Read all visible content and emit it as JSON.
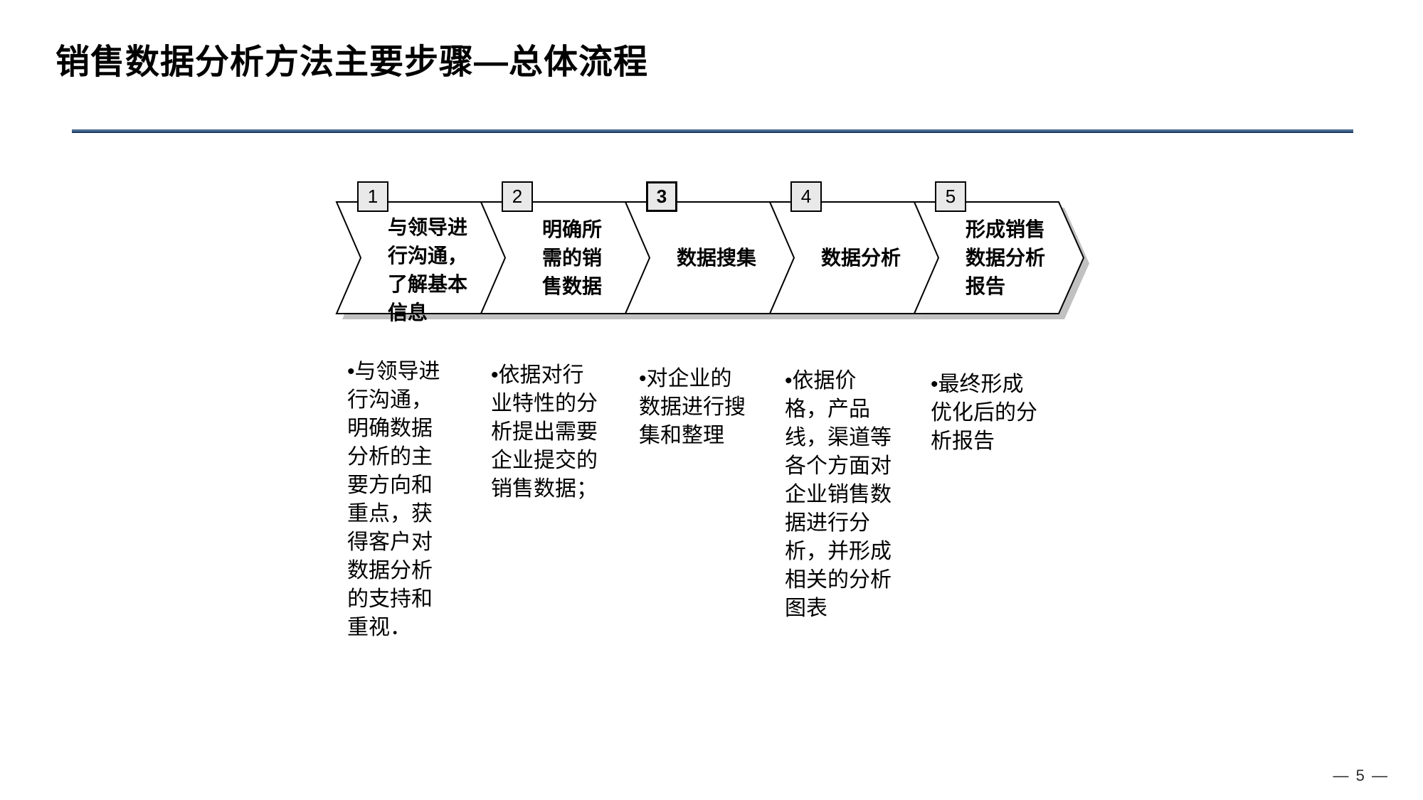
{
  "slide": {
    "title": "销售数据分析方法主要步骤—总体流程",
    "page_number": "— 5 —"
  },
  "colors": {
    "divider_blue": "#17375d",
    "arrow_fill": "#ffffff",
    "arrow_border": "#000000",
    "arrow_shadow": "#c1c1c1",
    "badge_background": "#e9e9e9"
  },
  "process": {
    "steps": [
      {
        "number": "1",
        "label": "与领导进\n行沟通，\n了解基本\n信息",
        "description": "•与领导进\n行沟通，\n明确数据\n分析的主\n要方向和\n重点，获\n得客户对\n数据分析\n的支持和\n重视．"
      },
      {
        "number": "2",
        "label": "明确所\n需的销\n售数据",
        "description": "•依据对行\n业特性的分\n析提出需要\n企业提交的\n销售数据；"
      },
      {
        "number": "3",
        "label": "数据搜集",
        "description": "•对企业的\n数据进行搜\n集和整理"
      },
      {
        "number": "4",
        "label": "数据分析",
        "description": "•依据价\n格，产品\n线，渠道等\n各个方面对\n企业销售数\n据进行分\n析，并形成\n相关的分析\n图表"
      },
      {
        "number": "5",
        "label": "形成销售\n数据分析\n报告",
        "description": "•最终形成\n优化后的分\n析报告"
      }
    ]
  }
}
